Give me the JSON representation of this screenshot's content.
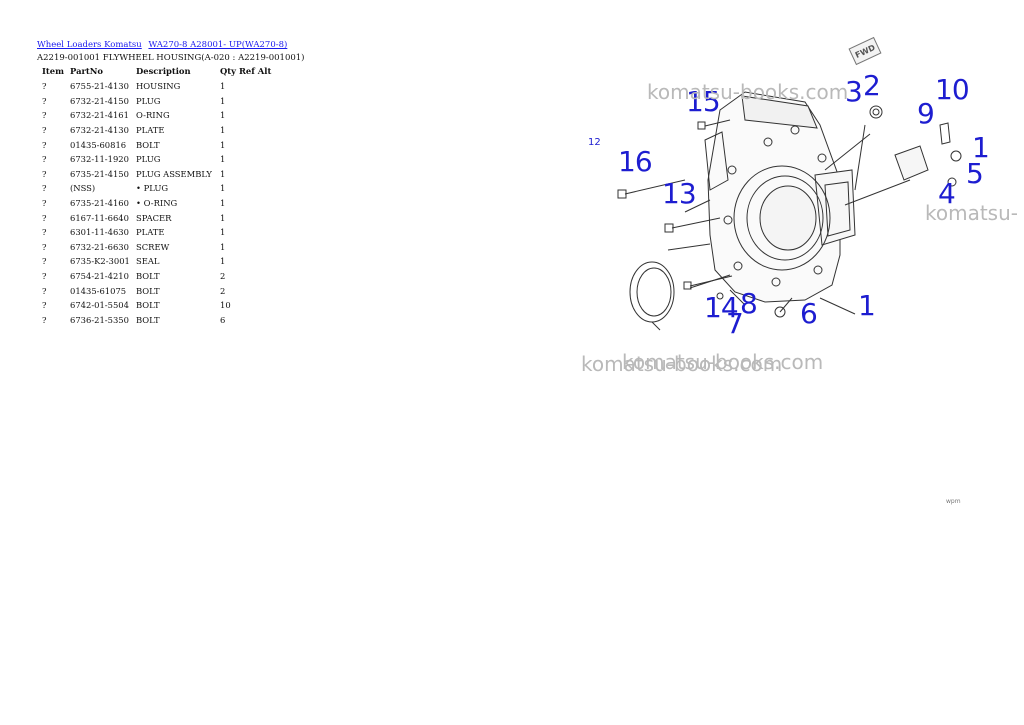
{
  "breadcrumb": {
    "links": [
      "Wheel Loaders Komatsu",
      "WA270-8 A28001- UP(WA270-8)"
    ]
  },
  "subtitle": "A2219-001001 FLYWHEEL HOUSING(A-020 : A2219-001001)",
  "table": {
    "headers": {
      "item": "Item",
      "partno": "PartNo",
      "description": "Description",
      "qty": "Qty",
      "ref": "Ref",
      "alt": "Alt"
    },
    "rows": [
      {
        "item": "?",
        "partno": "6755-21-4130",
        "description": "HOUSING",
        "qty": "1"
      },
      {
        "item": "?",
        "partno": "6732-21-4150",
        "description": "PLUG",
        "qty": "1"
      },
      {
        "item": "?",
        "partno": "6732-21-4161",
        "description": "O-RING",
        "qty": "1"
      },
      {
        "item": "?",
        "partno": "6732-21-4130",
        "description": "PLATE",
        "qty": "1"
      },
      {
        "item": "?",
        "partno": "01435-60816",
        "description": "BOLT",
        "qty": "1"
      },
      {
        "item": "?",
        "partno": "6732-11-1920",
        "description": "PLUG",
        "qty": "1"
      },
      {
        "item": "?",
        "partno": "6735-21-4150",
        "description": "PLUG ASSEMBLY",
        "qty": "1"
      },
      {
        "item": "?",
        "partno": "(NSS)",
        "description": "• PLUG",
        "qty": "1"
      },
      {
        "item": "?",
        "partno": "6735-21-4160",
        "description": "• O-RING",
        "qty": "1"
      },
      {
        "item": "?",
        "partno": "6167-11-6640",
        "description": "SPACER",
        "qty": "1"
      },
      {
        "item": "?",
        "partno": "6301-11-4630",
        "description": "PLATE",
        "qty": "1"
      },
      {
        "item": "?",
        "partno": "6732-21-6630",
        "description": "SCREW",
        "qty": "1"
      },
      {
        "item": "?",
        "partno": "6735-K2-3001",
        "description": "SEAL",
        "qty": "1"
      },
      {
        "item": "?",
        "partno": "6754-21-4210",
        "description": "BOLT",
        "qty": "2"
      },
      {
        "item": "?",
        "partno": "01435-61075",
        "description": "BOLT",
        "qty": "2"
      },
      {
        "item": "?",
        "partno": "6742-01-5504",
        "description": "BOLT",
        "qty": "10"
      },
      {
        "item": "?",
        "partno": "6736-21-5350",
        "description": "BOLT",
        "qty": "6"
      }
    ]
  },
  "figure": {
    "fwd_label": "FWD",
    "callouts": [
      "15",
      "3",
      "2",
      "10",
      "9",
      "1",
      "5",
      "4",
      "16",
      "13",
      "14",
      "7",
      "8",
      "6",
      "1"
    ],
    "small_callout": "12",
    "footnote": "wpm",
    "watermark": "komatsu-books.com",
    "watermark_cut": "komatsu-"
  },
  "colors": {
    "link": "#1a1aee",
    "callout": "#1d1dd0",
    "watermark": "#b9b9b9"
  }
}
